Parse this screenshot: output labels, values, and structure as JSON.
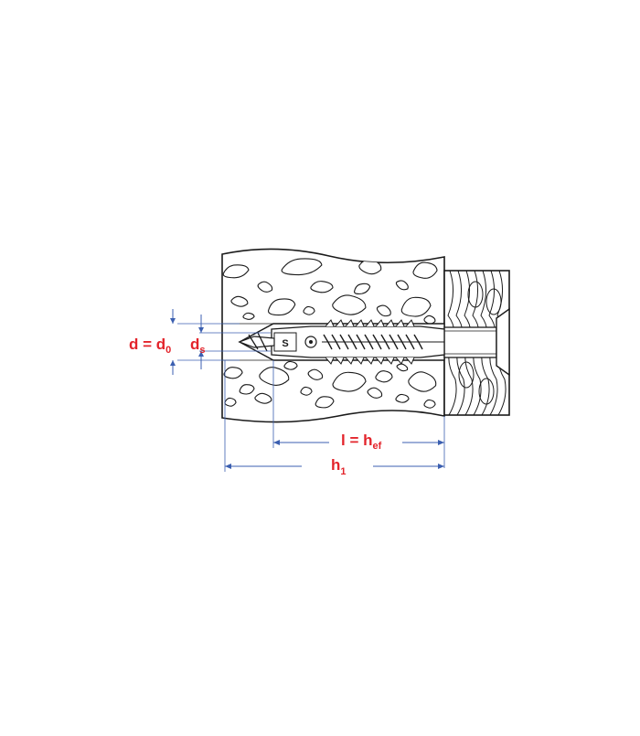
{
  "diagram": {
    "labels": {
      "d_main": "d = d",
      "d_main_sub": "0",
      "ds_main": "d",
      "ds_sub": "s",
      "hef_main": "l = h",
      "hef_sub": "ef",
      "h1_main": "h",
      "h1_sub": "1",
      "anchor_mark": "S"
    },
    "colors": {
      "label": "#e3242b",
      "dimension_line": "#3b5fb0",
      "drawing": "#1a1a1a",
      "background": "#ffffff"
    }
  }
}
